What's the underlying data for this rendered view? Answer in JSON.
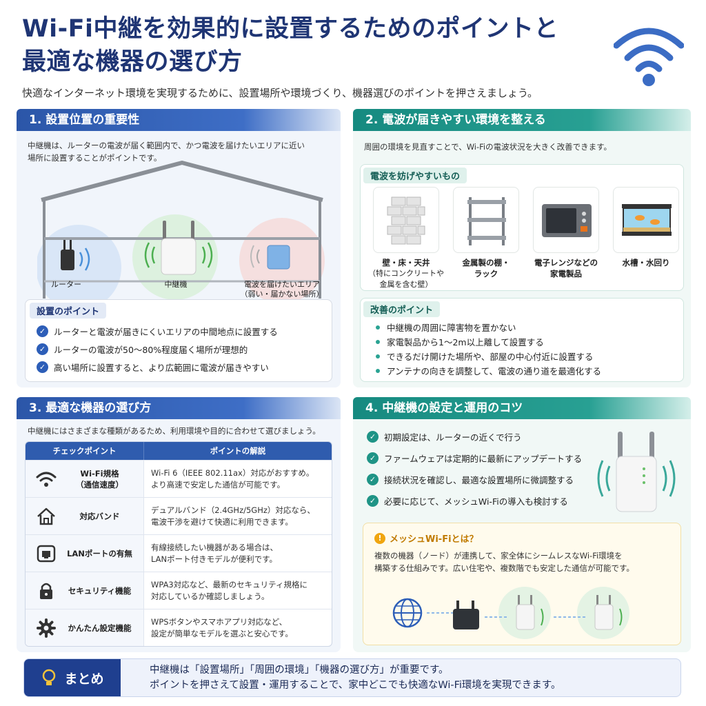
{
  "header": {
    "title_line1": "Wi-Fi中継を効果的に設置するためのポイントと",
    "title_line2": "最適な機器の選び方",
    "subtitle": "快適なインターネット環境を実現するために、設置場所や環境づくり、機器選びのポイントを押さえましょう。",
    "logo_icon": "wifi-icon"
  },
  "section1": {
    "heading": "1. 設置位置の重要性",
    "intro_line1": "中継機は、ルーターの電波が届く範囲内で、かつ電波を届けたいエリアに近い",
    "intro_line2": "場所に設置することがポイントです。",
    "labels": {
      "router": "ルーター",
      "repeater": "中継機",
      "target_line1": "電波を届けたいエリア",
      "target_line2": "（弱い・届かない場所）"
    },
    "points_heading": "設置のポイント",
    "points": [
      "ルーターと電波が届きにくいエリアの中間地点に設置する",
      "ルーターの電波が50〜80%程度届く場所が理想的",
      "高い場所に設置すると、より広範囲に電波が届きやすい"
    ]
  },
  "section2": {
    "heading": "2. 電波が届きやすい環境を整える",
    "intro": "周囲の環境を見直すことで、Wi-Fiの電波状況を大きく改善できます。",
    "obstacles_heading": "電波を妨げやすいもの",
    "obstacles": [
      {
        "label": "壁・床・天井",
        "note_line1": "（特にコンクリートや",
        "note_line2": "金属を含む壁）",
        "icon": "wall-icon"
      },
      {
        "label_line1": "金属製の棚・",
        "label_line2": "ラック",
        "icon": "metal-rack-icon"
      },
      {
        "label_line1": "電子レンジなどの",
        "label_line2": "家電製品",
        "icon": "microwave-icon"
      },
      {
        "label": "水槽・水回り",
        "icon": "aquarium-icon"
      }
    ],
    "improve_heading": "改善のポイント",
    "improve": [
      "中継機の周囲に障害物を置かない",
      "家電製品から1〜2m以上離して設置する",
      "できるだけ開けた場所や、部屋の中心付近に設置する",
      "アンテナの向きを調整して、電波の通り道を最適化する"
    ]
  },
  "section3": {
    "heading": "3. 最適な機器の選び方",
    "intro": "中継機にはさまざまな種類があるため、利用環境や目的に合わせて選びましょう。",
    "table_headers": [
      "チェックポイント",
      "ポイントの解説"
    ],
    "rows": [
      {
        "name_line1": "Wi-Fi規格",
        "name_line2": "（通信速度）",
        "desc_line1": "Wi-Fi 6（IEEE 802.11ax）対応がおすすめ。",
        "desc_line2": "より高速で安定した通信が可能です。",
        "icon": "wifi-icon"
      },
      {
        "name_line1": "対応バンド",
        "name_line2": "",
        "desc_line1": "デュアルバンド（2.4GHz/5GHz）対応なら、",
        "desc_line2": "電波干渉を避けて快適に利用できます。",
        "icon": "house-icon"
      },
      {
        "name_line1": "LANポートの有無",
        "name_line2": "",
        "desc_line1": "有線接続したい機器がある場合は、",
        "desc_line2": "LANポート付きモデルが便利です。",
        "icon": "lan-port-icon"
      },
      {
        "name_line1": "セキュリティ機能",
        "name_line2": "",
        "desc_line1": "WPA3対応など、最新のセキュリティ規格に",
        "desc_line2": "対応しているか確認しましょう。",
        "icon": "lock-icon"
      },
      {
        "name_line1": "かんたん設定機能",
        "name_line2": "",
        "desc_line1": "WPSボタンやスマホアプリ対応など、",
        "desc_line2": "設定が簡単なモデルを選ぶと安心です。",
        "icon": "gear-icon"
      }
    ]
  },
  "section4": {
    "heading": "4. 中継機の設定と運用のコツ",
    "tips": [
      "初期設定は、ルーターの近くで行う",
      "ファームウェアは定期的に最新にアップデートする",
      "接続状況を確認し、最適な設置場所に微調整する",
      "必要に応じて、メッシュWi-Fiの導入も検討する"
    ],
    "mesh_title": "メッシュWi-Fiとは？",
    "mesh_line1": "複数の機器（ノード）が連携して、家全体にシームレスなWi-Fi環境を",
    "mesh_line2": "構築する仕組みです。広い住宅や、複数階でも安定した通信が可能です。"
  },
  "summary": {
    "label": "まとめ",
    "line1": "中継機は「設置場所」「周囲の環境」「機器の選び方」が重要です。",
    "line2": "ポイントを押さえて設置・運用することで、家中どこでも快適なWi-Fi環境を実現できます。"
  },
  "colors": {
    "navy": "#1f3574",
    "blue": "#2d5eb8",
    "teal": "#1f9486",
    "accent_yellow": "#f0a50f"
  }
}
